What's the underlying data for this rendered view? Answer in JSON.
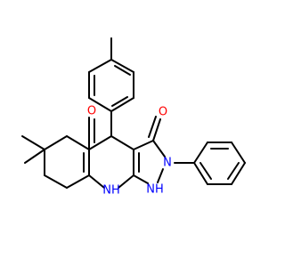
{
  "molecule": {
    "colors": {
      "bond": "#000000",
      "oxygen": "#ff0000",
      "nitrogen": "#0000ff",
      "background": "#ffffff"
    },
    "atom_labels": [
      {
        "id": "o-ketone",
        "element": "O",
        "text": "O"
      },
      {
        "id": "o-pyrazolone",
        "element": "O",
        "text": "O"
      },
      {
        "id": "n-pyrazole-2",
        "element": "N",
        "text": "N"
      },
      {
        "id": "nh-pyrazole-1",
        "element": "N",
        "text": "NH"
      },
      {
        "id": "nh-ring",
        "element": "N",
        "text": "NH"
      }
    ]
  }
}
